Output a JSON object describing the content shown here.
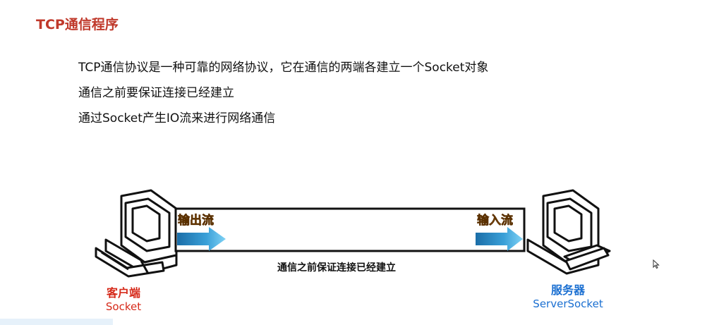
{
  "page": {
    "title": "TCP通信程序"
  },
  "bullets": [
    "TCP通信协议是一种可靠的网络协议，它在通信的两端各建立一个Socket对象",
    "通信之前要保证连接已经建立",
    "通过Socket产生IO流来进行网络通信"
  ],
  "diagram": {
    "output_stream_label": "输出流",
    "input_stream_label": "输入流",
    "connection_caption": "通信之前保证连接已经建立",
    "client": {
      "name": "客户端",
      "type": "Socket"
    },
    "server": {
      "name": "服务器",
      "type": "ServerSocket"
    },
    "colors": {
      "stream_label": "#f0961e",
      "client_label": "#d62a1a",
      "server_label": "#1a6fd1",
      "title": "#c0392b",
      "arrow": "#3aa0d8"
    },
    "icons": [
      "computer-icon",
      "arrow-right-icon",
      "mouse-cursor-icon"
    ]
  }
}
